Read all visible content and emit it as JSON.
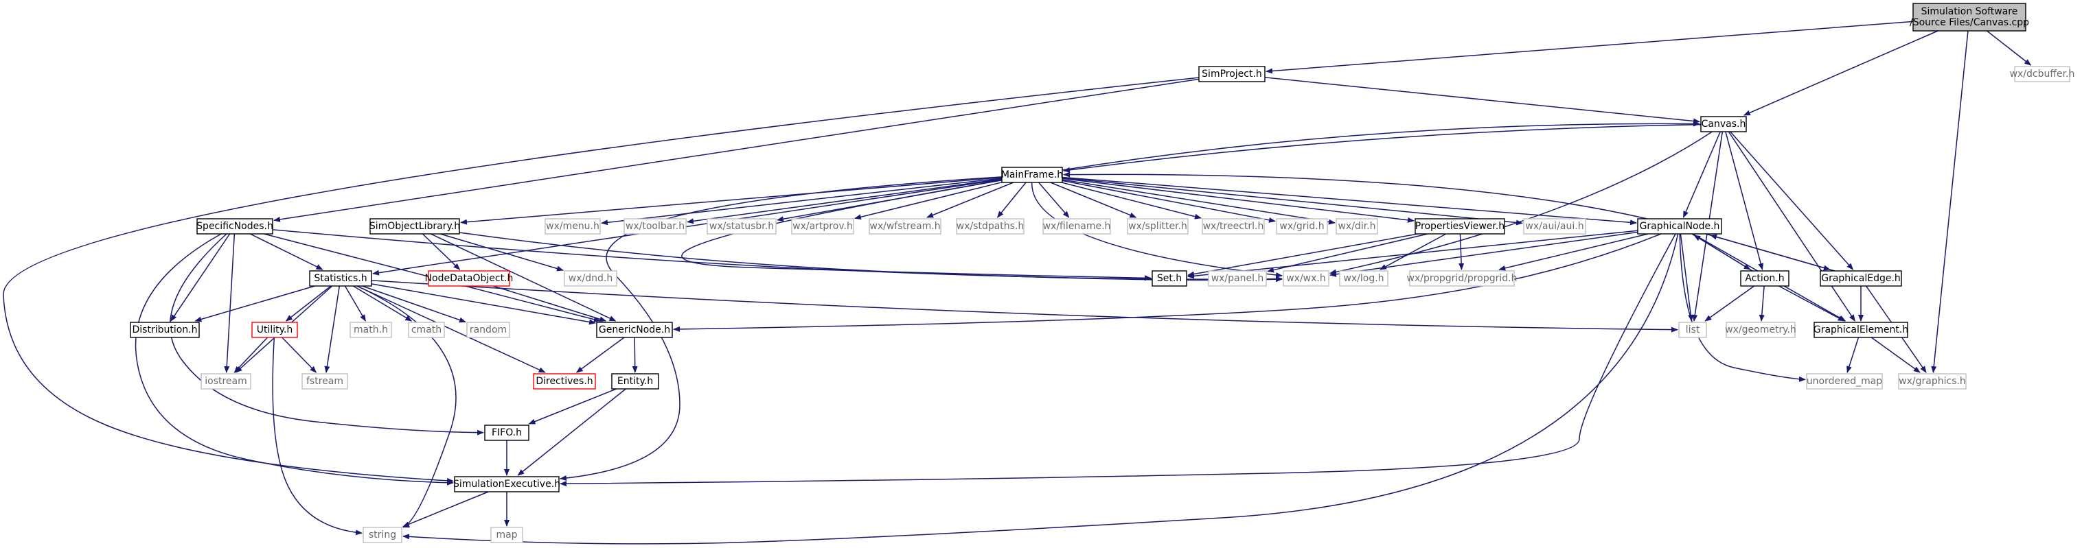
{
  "diagram": {
    "type": "include-dependency-graph",
    "root": "canvas-cpp",
    "colors": {
      "edge": "#191970",
      "root_fill": "#bfbfbf",
      "project_border": "#000000",
      "missing_border": "#ff0000",
      "external_border": "#bfbfbf",
      "external_text": "#6a6a6a"
    },
    "nodes": [
      {
        "id": "canvas-cpp",
        "label": "Simulation Software\n/Source Files/Canvas.cpp",
        "kind": "root"
      },
      {
        "id": "simproject-h",
        "label": "SimProject.h",
        "kind": "project"
      },
      {
        "id": "wx-dcbuffer-h",
        "label": "wx/dcbuffer.h",
        "kind": "external"
      },
      {
        "id": "canvas-h",
        "label": "Canvas.h",
        "kind": "project"
      },
      {
        "id": "mainframe-h",
        "label": "MainFrame.h",
        "kind": "project"
      },
      {
        "id": "specificnodes-h",
        "label": "SpecificNodes.h",
        "kind": "project"
      },
      {
        "id": "simobjectlibrary-h",
        "label": "SimObjectLibrary.h",
        "kind": "project"
      },
      {
        "id": "wx-menu-h",
        "label": "wx/menu.h",
        "kind": "external"
      },
      {
        "id": "wx-toolbar-h",
        "label": "wx/toolbar.h",
        "kind": "external"
      },
      {
        "id": "wx-statusbr-h",
        "label": "wx/statusbr.h",
        "kind": "external"
      },
      {
        "id": "wx-artprov-h",
        "label": "wx/artprov.h",
        "kind": "external"
      },
      {
        "id": "wx-wfstream-h",
        "label": "wx/wfstream.h",
        "kind": "external"
      },
      {
        "id": "wx-stdpaths-h",
        "label": "wx/stdpaths.h",
        "kind": "external"
      },
      {
        "id": "wx-filename-h",
        "label": "wx/filename.h",
        "kind": "external"
      },
      {
        "id": "wx-splitter-h",
        "label": "wx/splitter.h",
        "kind": "external"
      },
      {
        "id": "wx-treectrl-h",
        "label": "wx/treectrl.h",
        "kind": "external"
      },
      {
        "id": "wx-grid-h",
        "label": "wx/grid.h",
        "kind": "external"
      },
      {
        "id": "wx-dir-h",
        "label": "wx/dir.h",
        "kind": "external"
      },
      {
        "id": "propertiesviewer-h",
        "label": "PropertiesViewer.h",
        "kind": "project"
      },
      {
        "id": "wx-aui-aui-h",
        "label": "wx/aui/aui.h",
        "kind": "external"
      },
      {
        "id": "graphicalnode-h",
        "label": "GraphicalNode.h",
        "kind": "project"
      },
      {
        "id": "statistics-h",
        "label": "Statistics.h",
        "kind": "project"
      },
      {
        "id": "nodedataobject-h",
        "label": "NodeDataObject.h",
        "kind": "missing"
      },
      {
        "id": "wx-dnd-h",
        "label": "wx/dnd.h",
        "kind": "external"
      },
      {
        "id": "set-h",
        "label": "Set.h",
        "kind": "project"
      },
      {
        "id": "wx-panel-h",
        "label": "wx/panel.h",
        "kind": "external"
      },
      {
        "id": "wx-wx-h",
        "label": "wx/wx.h",
        "kind": "external"
      },
      {
        "id": "wx-log-h",
        "label": "wx/log.h",
        "kind": "external"
      },
      {
        "id": "wx-propgrid-h",
        "label": "wx/propgrid/propgrid.h",
        "kind": "external"
      },
      {
        "id": "action-h",
        "label": "Action.h",
        "kind": "project"
      },
      {
        "id": "graphicaledge-h",
        "label": "GraphicalEdge.h",
        "kind": "project"
      },
      {
        "id": "distribution-h",
        "label": "Distribution.h",
        "kind": "project"
      },
      {
        "id": "utility-h",
        "label": "Utility.h",
        "kind": "missing"
      },
      {
        "id": "math-h",
        "label": "math.h",
        "kind": "external"
      },
      {
        "id": "cmath",
        "label": "cmath",
        "kind": "external"
      },
      {
        "id": "random",
        "label": "random",
        "kind": "external"
      },
      {
        "id": "genericnode-h",
        "label": "GenericNode.h",
        "kind": "project"
      },
      {
        "id": "list",
        "label": "list",
        "kind": "external"
      },
      {
        "id": "wx-geometry-h",
        "label": "wx/geometry.h",
        "kind": "external"
      },
      {
        "id": "graphicalelement-h",
        "label": "GraphicalElement.h",
        "kind": "project"
      },
      {
        "id": "iostream",
        "label": "iostream",
        "kind": "external"
      },
      {
        "id": "fstream",
        "label": "fstream",
        "kind": "external"
      },
      {
        "id": "directives-h",
        "label": "Directives.h",
        "kind": "missing"
      },
      {
        "id": "entity-h",
        "label": "Entity.h",
        "kind": "project"
      },
      {
        "id": "unordered-map",
        "label": "unordered_map",
        "kind": "external"
      },
      {
        "id": "wx-graphics-h",
        "label": "wx/graphics.h",
        "kind": "external"
      },
      {
        "id": "fifo-h",
        "label": "FIFO.h",
        "kind": "project"
      },
      {
        "id": "simulationexecutive-h",
        "label": "SimulationExecutive.h",
        "kind": "project"
      },
      {
        "id": "string",
        "label": "string",
        "kind": "external"
      },
      {
        "id": "map",
        "label": "map",
        "kind": "external"
      }
    ],
    "edges": [
      [
        "canvas-cpp",
        "simproject-h"
      ],
      [
        "canvas-cpp",
        "wx-dcbuffer-h"
      ],
      [
        "canvas-cpp",
        "canvas-h"
      ],
      [
        "canvas-cpp",
        "wx-graphics-h"
      ],
      [
        "simproject-h",
        "canvas-h"
      ],
      [
        "simproject-h",
        "specificnodes-h"
      ],
      [
        "simproject-h",
        "simulationexecutive-h"
      ],
      [
        "canvas-h",
        "mainframe-h"
      ],
      [
        "canvas-h",
        "graphicalnode-h"
      ],
      [
        "canvas-h",
        "action-h"
      ],
      [
        "canvas-h",
        "graphicaledge-h"
      ],
      [
        "canvas-h",
        "graphicalelement-h"
      ],
      [
        "canvas-h",
        "list"
      ],
      [
        "canvas-h",
        "wx-wx-h"
      ],
      [
        "mainframe-h",
        "canvas-h"
      ],
      [
        "mainframe-h",
        "simobjectlibrary-h"
      ],
      [
        "mainframe-h",
        "statistics-h"
      ],
      [
        "mainframe-h",
        "wx-menu-h"
      ],
      [
        "mainframe-h",
        "wx-toolbar-h"
      ],
      [
        "mainframe-h",
        "wx-statusbr-h"
      ],
      [
        "mainframe-h",
        "wx-artprov-h"
      ],
      [
        "mainframe-h",
        "wx-wfstream-h"
      ],
      [
        "mainframe-h",
        "wx-stdpaths-h"
      ],
      [
        "mainframe-h",
        "wx-filename-h"
      ],
      [
        "mainframe-h",
        "wx-splitter-h"
      ],
      [
        "mainframe-h",
        "wx-treectrl-h"
      ],
      [
        "mainframe-h",
        "wx-grid-h"
      ],
      [
        "mainframe-h",
        "wx-dir-h"
      ],
      [
        "mainframe-h",
        "propertiesviewer-h"
      ],
      [
        "mainframe-h",
        "wx-aui-aui-h"
      ],
      [
        "mainframe-h",
        "graphicalnode-h"
      ],
      [
        "mainframe-h",
        "simulationexecutive-h"
      ],
      [
        "mainframe-h",
        "set-h"
      ],
      [
        "mainframe-h",
        "wx-wx-h"
      ],
      [
        "specificnodes-h",
        "statistics-h"
      ],
      [
        "specificnodes-h",
        "distribution-h"
      ],
      [
        "specificnodes-h",
        "genericnode-h"
      ],
      [
        "specificnodes-h",
        "iostream"
      ],
      [
        "specificnodes-h",
        "fifo-h"
      ],
      [
        "specificnodes-h",
        "simulationexecutive-h"
      ],
      [
        "specificnodes-h",
        "wx-wx-h"
      ],
      [
        "simobjectlibrary-h",
        "nodedataobject-h"
      ],
      [
        "simobjectlibrary-h",
        "wx-dnd-h"
      ],
      [
        "simobjectlibrary-h",
        "genericnode-h"
      ],
      [
        "simobjectlibrary-h",
        "wx-wx-h"
      ],
      [
        "nodedataobject-h",
        "genericnode-h"
      ],
      [
        "statistics-h",
        "distribution-h"
      ],
      [
        "statistics-h",
        "utility-h"
      ],
      [
        "statistics-h",
        "iostream"
      ],
      [
        "statistics-h",
        "fstream"
      ],
      [
        "statistics-h",
        "math-h"
      ],
      [
        "statistics-h",
        "cmath"
      ],
      [
        "statistics-h",
        "random"
      ],
      [
        "statistics-h",
        "genericnode-h"
      ],
      [
        "statistics-h",
        "directives-h"
      ],
      [
        "statistics-h",
        "list"
      ],
      [
        "statistics-h",
        "string"
      ],
      [
        "utility-h",
        "iostream"
      ],
      [
        "utility-h",
        "fstream"
      ],
      [
        "utility-h",
        "string"
      ],
      [
        "propertiesviewer-h",
        "set-h"
      ],
      [
        "propertiesviewer-h",
        "wx-panel-h"
      ],
      [
        "propertiesviewer-h",
        "wx-log-h"
      ],
      [
        "propertiesviewer-h",
        "wx-propgrid-h"
      ],
      [
        "graphicalnode-h",
        "mainframe-h"
      ],
      [
        "graphicalnode-h",
        "action-h"
      ],
      [
        "graphicalnode-h",
        "graphicaledge-h"
      ],
      [
        "graphicalnode-h",
        "graphicalelement-h"
      ],
      [
        "graphicalnode-h",
        "set-h"
      ],
      [
        "graphicalnode-h",
        "wx-wx-h"
      ],
      [
        "graphicalnode-h",
        "wx-propgrid-h"
      ],
      [
        "graphicalnode-h",
        "genericnode-h"
      ],
      [
        "graphicalnode-h",
        "list"
      ],
      [
        "graphicalnode-h",
        "unordered-map"
      ],
      [
        "graphicalnode-h",
        "simulationexecutive-h"
      ],
      [
        "graphicalnode-h",
        "string"
      ],
      [
        "action-h",
        "graphicalnode-h"
      ],
      [
        "action-h",
        "graphicalelement-h"
      ],
      [
        "action-h",
        "list"
      ],
      [
        "action-h",
        "wx-geometry-h"
      ],
      [
        "graphicaledge-h",
        "graphicalnode-h"
      ],
      [
        "graphicaledge-h",
        "graphicalelement-h"
      ],
      [
        "graphicaledge-h",
        "wx-graphics-h"
      ],
      [
        "graphicalelement-h",
        "unordered-map"
      ],
      [
        "graphicalelement-h",
        "wx-graphics-h"
      ],
      [
        "genericnode-h",
        "directives-h"
      ],
      [
        "genericnode-h",
        "entity-h"
      ],
      [
        "entity-h",
        "fifo-h"
      ],
      [
        "entity-h",
        "simulationexecutive-h"
      ],
      [
        "fifo-h",
        "simulationexecutive-h"
      ],
      [
        "simulationexecutive-h",
        "string"
      ],
      [
        "simulationexecutive-h",
        "map"
      ]
    ]
  }
}
